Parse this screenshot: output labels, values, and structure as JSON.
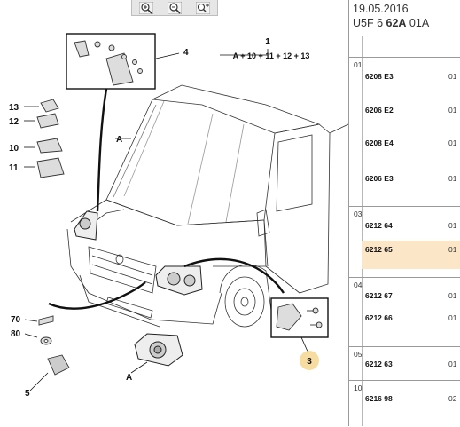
{
  "toolbar": {
    "zoom_in_icon": "zoom-in",
    "zoom_out_icon": "zoom-out",
    "pan_icon": "move-arrows"
  },
  "diagram": {
    "callouts": {
      "c1": "1",
      "c1_sub": "A + 10 + 11 + 12 + 13",
      "c4": "4",
      "c13": "13",
      "c12": "12",
      "c10": "10",
      "c11": "11",
      "c70": "70",
      "c80": "80",
      "c5": "5",
      "cA_headlamp": "A",
      "cA_fog": "A",
      "c3": "3"
    },
    "highlight_color": "#f6dca0"
  },
  "panel": {
    "date": "19.05.2016",
    "code_prefix": "U5F 6 ",
    "code_bold": "62A",
    "code_suffix": " 01A",
    "groups": [
      {
        "num": "01",
        "rows": [
          {
            "ref": "6208 E3",
            "qty": "01"
          },
          {
            "ref": "6206 E2",
            "qty": "01"
          },
          {
            "ref": "6208 E4",
            "qty": "01"
          },
          {
            "ref": "6206 E3",
            "qty": "01"
          }
        ]
      },
      {
        "num": "03",
        "rows": [
          {
            "ref": "6212 64",
            "qty": "01"
          },
          {
            "ref": "6212 65",
            "qty": "01"
          }
        ]
      },
      {
        "num": "04",
        "rows": [
          {
            "ref": "6212 67",
            "qty": "01"
          },
          {
            "ref": "6212 66",
            "qty": "01"
          }
        ]
      },
      {
        "num": "05",
        "rows": [
          {
            "ref": "6212 63",
            "qty": "01"
          }
        ]
      },
      {
        "num": "10",
        "rows": [
          {
            "ref": "6216 98",
            "qty": "02"
          }
        ]
      }
    ],
    "selected_color": "#fbe6c7"
  }
}
